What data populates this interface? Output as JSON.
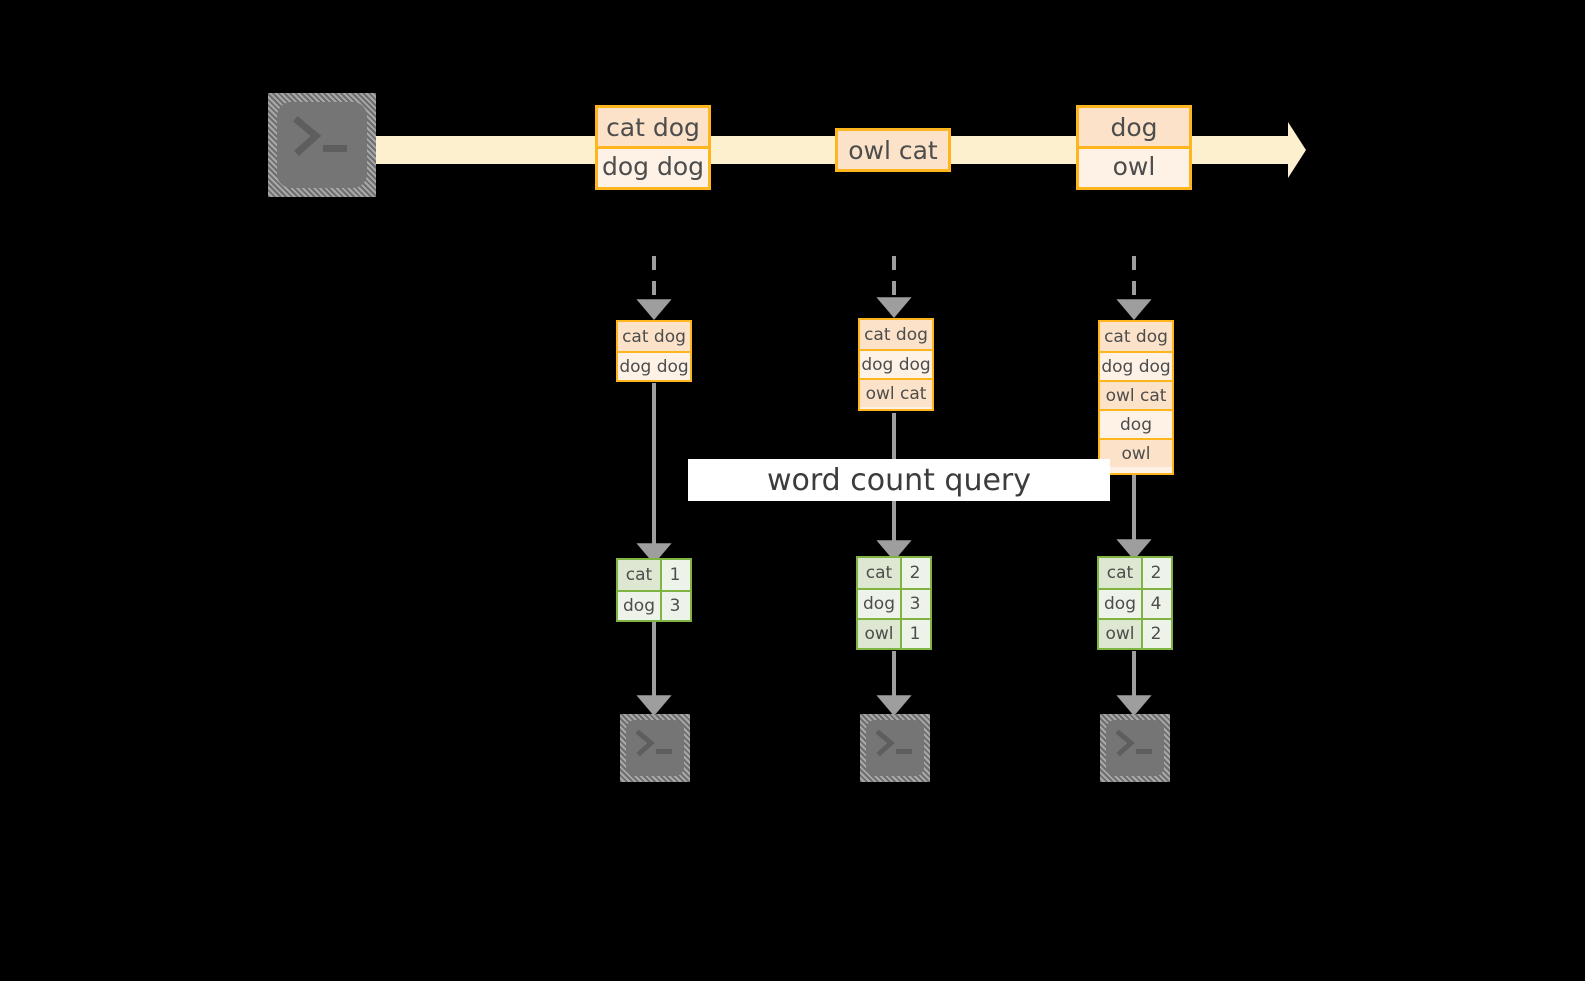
{
  "diagram": {
    "title_label": "word count query",
    "colors": {
      "background": "#000000",
      "stream_band": "#fdf0cf",
      "record_border": "#ffb61e",
      "record_fill_dark": "#fbe2c8",
      "record_fill_light": "#fdf2e5",
      "table_border": "#7fb342",
      "table_fill_dark": "#dde7d2",
      "table_fill_light": "#eef3e9",
      "arrow_gray": "#9e9e9e",
      "terminal_gray": "#757575",
      "label_fill": "#ffffff",
      "text": "#4d4d4d"
    }
  },
  "source": {
    "icon": "terminal-icon",
    "glyph": ">_"
  },
  "stream": {
    "arrow_icon": "stream-arrow-right-icon",
    "events": [
      {
        "name": "event-1",
        "lines": [
          {
            "text": "cat dog",
            "shade": "dark"
          },
          {
            "text": "dog dog",
            "shade": "light"
          }
        ]
      },
      {
        "name": "event-2",
        "lines": [
          {
            "text": "owl cat",
            "shade": "dark"
          }
        ]
      },
      {
        "name": "event-3",
        "lines": [
          {
            "text": "dog",
            "shade": "dark"
          },
          {
            "text": "owl",
            "shade": "light"
          }
        ]
      }
    ]
  },
  "snapshots": [
    {
      "name": "snapshot-1",
      "rows": [
        {
          "text": "cat dog",
          "shade": "dark"
        },
        {
          "text": "dog dog",
          "shade": "light"
        }
      ],
      "result": {
        "name": "result-table-1",
        "rows": [
          {
            "key": "cat",
            "value": "1",
            "shade": "dark"
          },
          {
            "key": "dog",
            "value": "3",
            "shade": "light"
          }
        ]
      },
      "sink": {
        "icon": "terminal-icon",
        "glyph": ">_"
      }
    },
    {
      "name": "snapshot-2",
      "rows": [
        {
          "text": "cat dog",
          "shade": "dark"
        },
        {
          "text": "dog dog",
          "shade": "light"
        },
        {
          "text": "owl cat",
          "shade": "dark"
        }
      ],
      "result": {
        "name": "result-table-2",
        "rows": [
          {
            "key": "cat",
            "value": "2",
            "shade": "dark"
          },
          {
            "key": "dog",
            "value": "3",
            "shade": "light"
          },
          {
            "key": "owl",
            "value": "1",
            "shade": "dark"
          }
        ]
      },
      "sink": {
        "icon": "terminal-icon",
        "glyph": ">_"
      }
    },
    {
      "name": "snapshot-3",
      "rows": [
        {
          "text": "cat dog",
          "shade": "dark"
        },
        {
          "text": "dog dog",
          "shade": "light"
        },
        {
          "text": "owl cat",
          "shade": "dark"
        },
        {
          "text": "dog",
          "shade": "light"
        },
        {
          "text": "owl",
          "shade": "dark"
        }
      ],
      "result": {
        "name": "result-table-3",
        "rows": [
          {
            "key": "cat",
            "value": "2",
            "shade": "dark"
          },
          {
            "key": "dog",
            "value": "4",
            "shade": "light"
          },
          {
            "key": "owl",
            "value": "2",
            "shade": "dark"
          }
        ]
      },
      "sink": {
        "icon": "terminal-icon",
        "glyph": ">_"
      }
    }
  ]
}
